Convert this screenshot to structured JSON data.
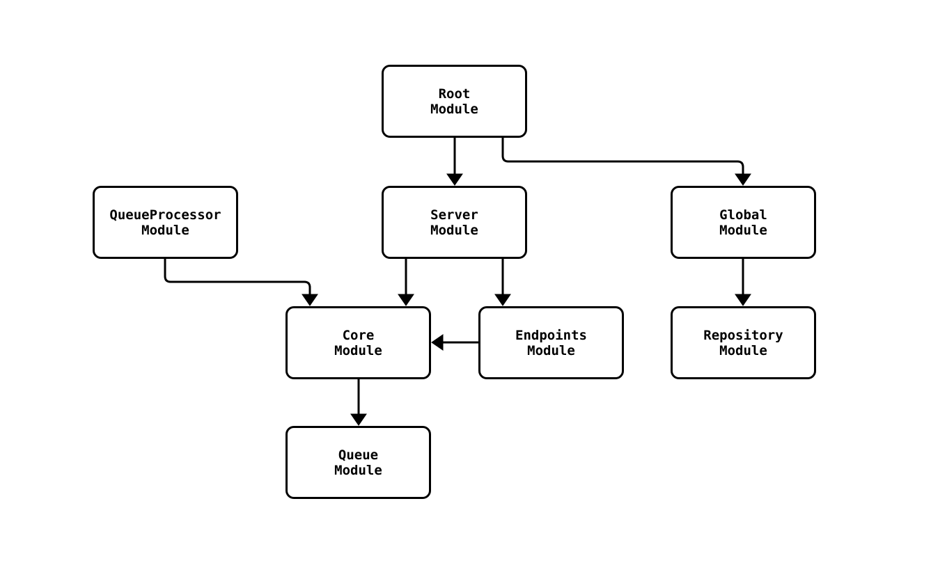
{
  "diagram": {
    "background_color": "#ffffff",
    "stroke_color": "#000000",
    "node_fill_color": "#ffffff",
    "text_color": "#000000",
    "nodes": {
      "root": {
        "lines": [
          "Root",
          "Module"
        ]
      },
      "queueProcessor": {
        "lines": [
          "QueueProcessor",
          "Module"
        ]
      },
      "server": {
        "lines": [
          "Server",
          "Module"
        ]
      },
      "global": {
        "lines": [
          "Global",
          "Module"
        ]
      },
      "core": {
        "lines": [
          "Core",
          "Module"
        ]
      },
      "endpoints": {
        "lines": [
          "Endpoints",
          "Module"
        ]
      },
      "repository": {
        "lines": [
          "Repository",
          "Module"
        ]
      },
      "queue": {
        "lines": [
          "Queue",
          "Module"
        ]
      }
    },
    "edges": [
      {
        "from": "root",
        "to": "server"
      },
      {
        "from": "root",
        "to": "global"
      },
      {
        "from": "queueProcessor",
        "to": "core"
      },
      {
        "from": "server",
        "to": "core"
      },
      {
        "from": "server",
        "to": "endpoints"
      },
      {
        "from": "endpoints",
        "to": "core"
      },
      {
        "from": "global",
        "to": "repository"
      },
      {
        "from": "core",
        "to": "queue"
      }
    ]
  }
}
